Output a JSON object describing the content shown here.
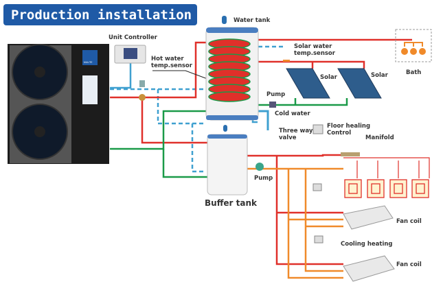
{
  "title": "Production installation",
  "labels": {
    "unit_controller": "Unit Controller",
    "hot_water_sensor_1": "Hot water",
    "hot_water_sensor_2": "temp.sensor",
    "water_tank": "Water tank",
    "solar_sensor_1": "Solar water",
    "solar_sensor_2": "temp.sensor",
    "solar_1": "Solar",
    "solar_2": "Solar",
    "bath": "Bath",
    "pump_solar": "Pump",
    "cold_water": "Cold water",
    "three_way_1": "Three way",
    "three_way_2": "valve",
    "floor_control_1": "Floor healing",
    "floor_control_2": "Control",
    "manifold": "Manifold",
    "pump_buffer": "Pump",
    "buffer_tank": "Buffer tank",
    "fan_coil_1": "Fan coil",
    "cooling_heating": "Cooling heating",
    "fan_coil_2": "Fan coil",
    "brand": "NULITE"
  },
  "colors": {
    "banner": "#1f5aa6",
    "hot_pipe": "#e0302a",
    "return_pipe": "#1a9a48",
    "signal_line": "#3fa0d0",
    "heating_pipe": "#f08a2a",
    "unit_body": "#1c1c1c"
  }
}
